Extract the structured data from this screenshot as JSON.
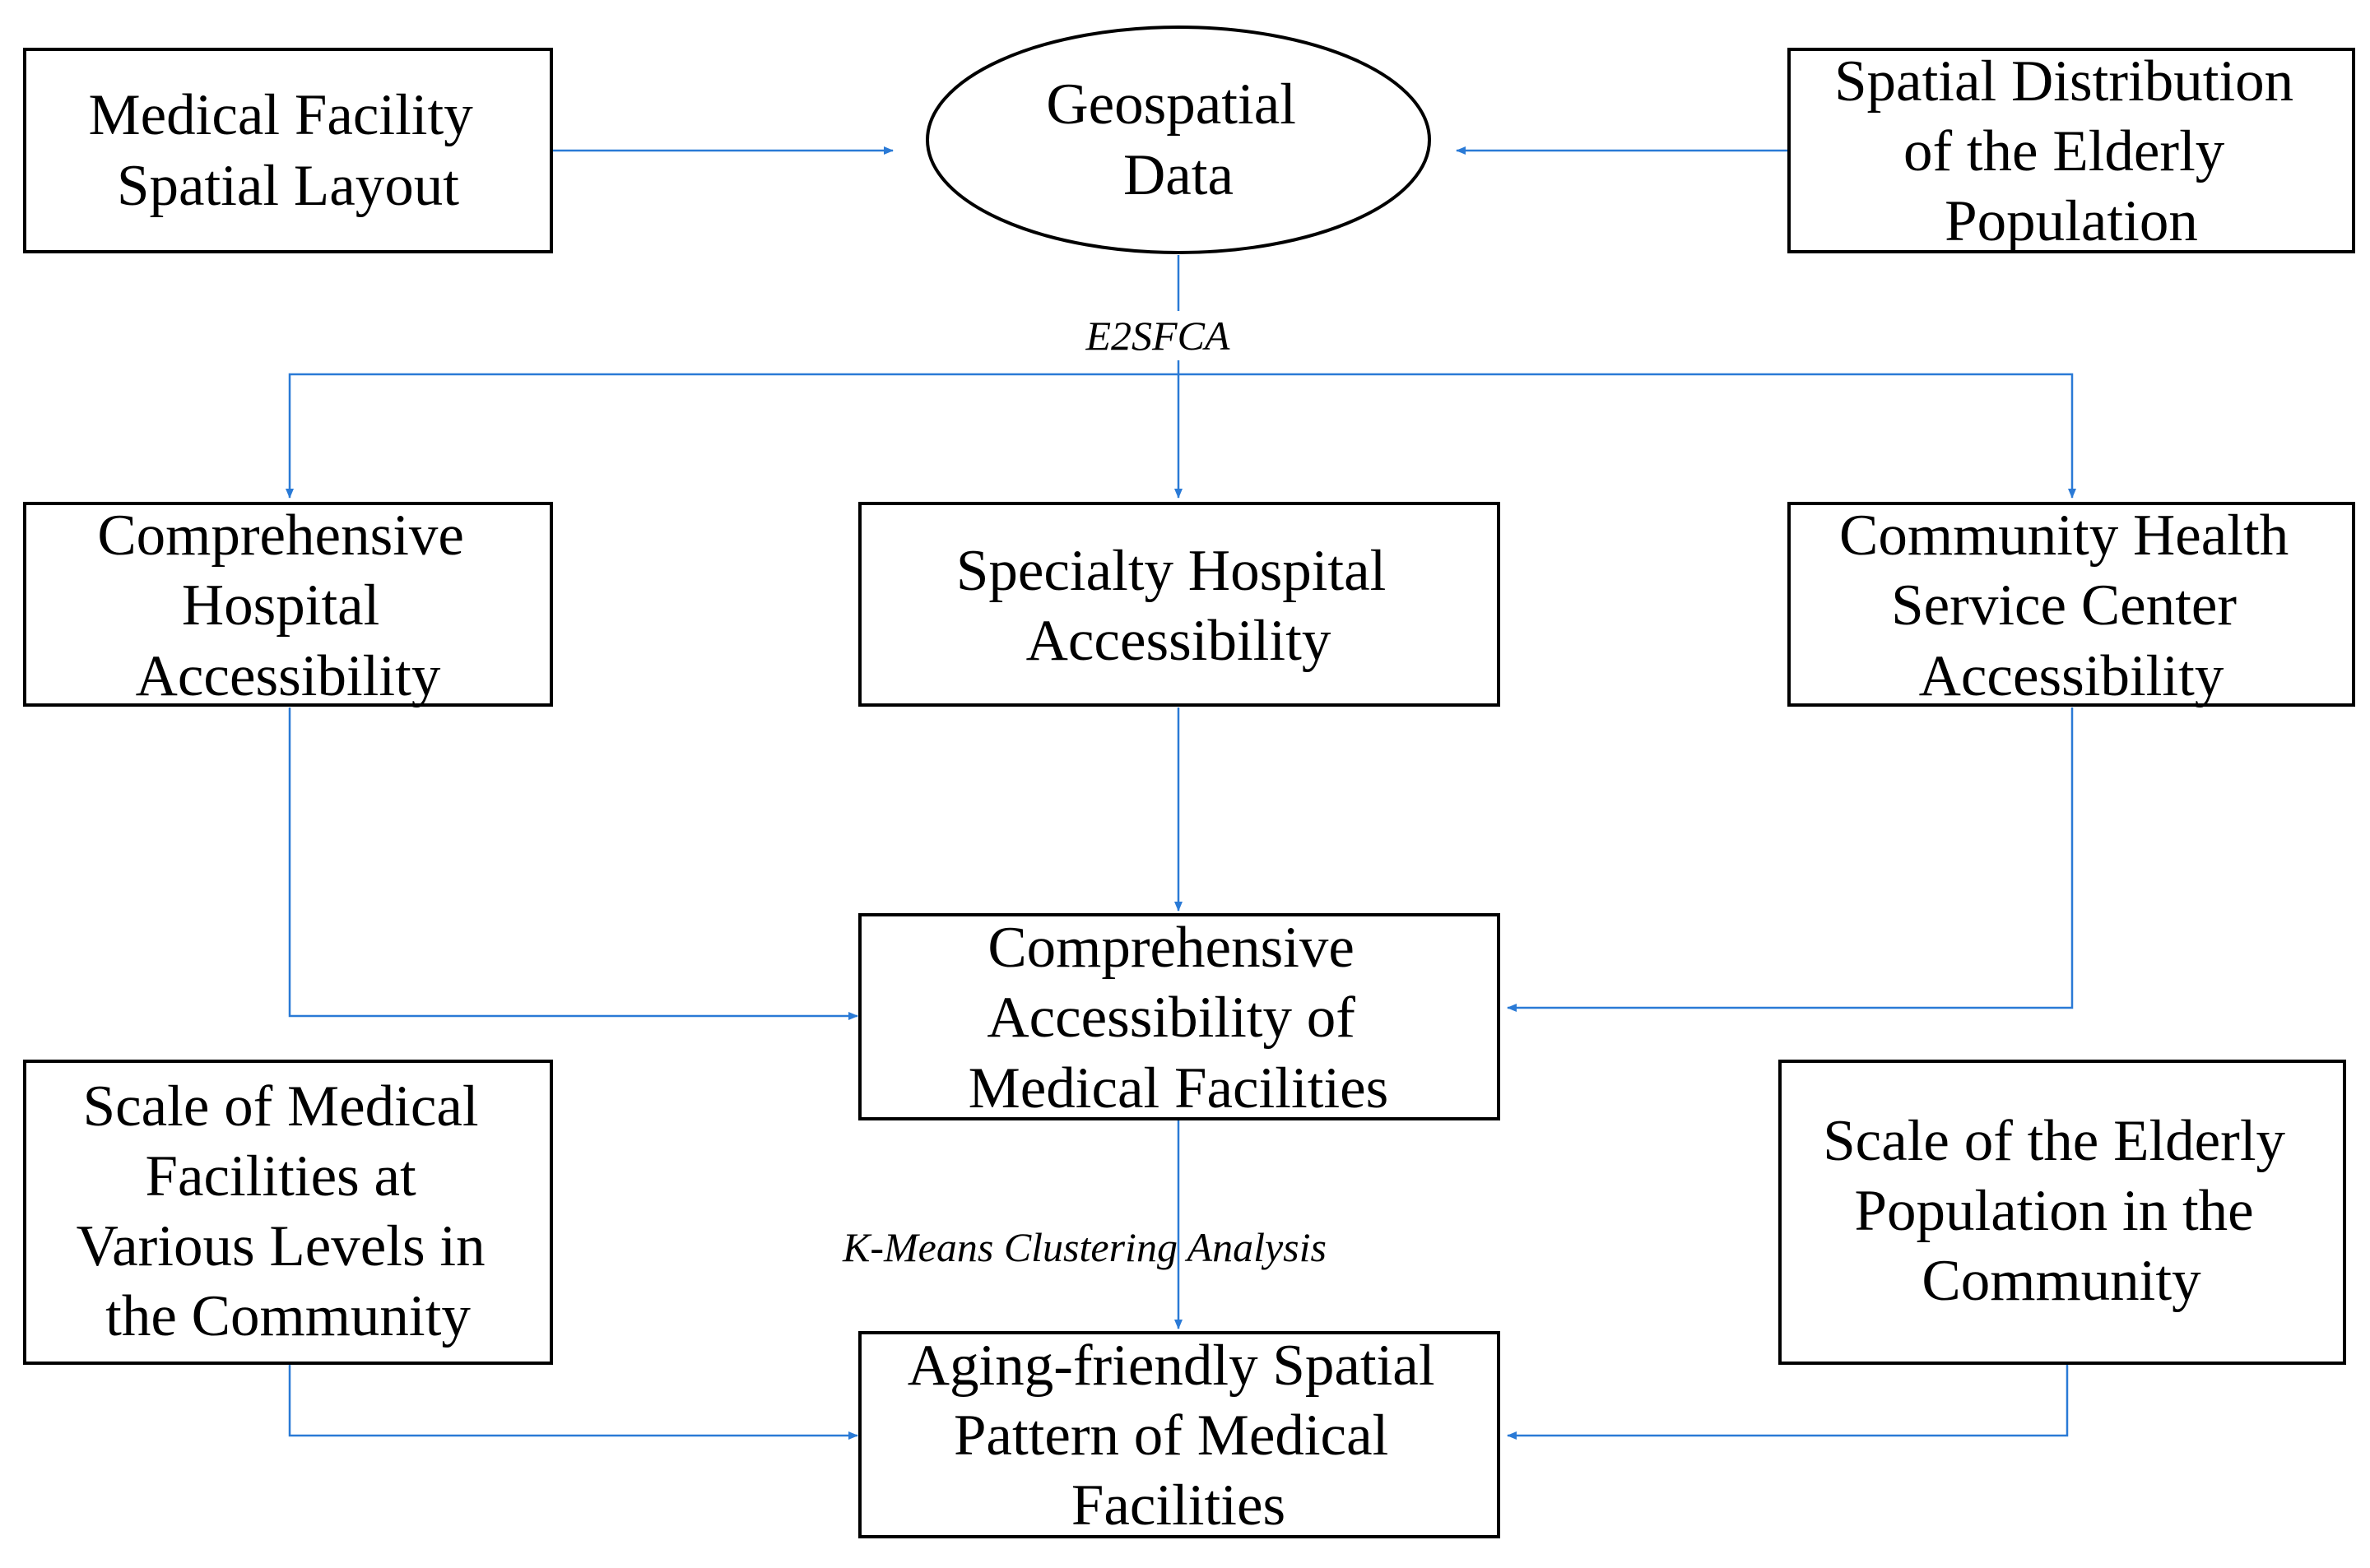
{
  "colors": {
    "connector": "#2a7ad6",
    "box_stroke": "#000000",
    "text": "#000000"
  },
  "nodes": {
    "medical_facility_layout": [
      "Medical Facility",
      "Spatial Layout"
    ],
    "geospatial_data": [
      "Geospatial",
      "Data"
    ],
    "elderly_distribution": [
      "Spatial Distribution",
      "of the Elderly",
      "Population"
    ],
    "comprehensive_hospital": [
      "Comprehensive",
      "Hospital",
      "Accessibility"
    ],
    "specialty_hospital": [
      "Specialty Hospital",
      "Accessibility"
    ],
    "community_health": [
      "Community Health",
      "Service Center",
      "Accessibility"
    ],
    "comprehensive_accessibility": [
      "Comprehensive",
      "Accessibility of",
      "Medical Facilities"
    ],
    "scale_medical": [
      "Scale of Medical",
      "Facilities at",
      "Various Levels in",
      "the Community"
    ],
    "scale_elderly": [
      "Scale of the Elderly",
      "Population in the",
      "Community"
    ],
    "aging_friendly": [
      "Aging-friendly Spatial",
      "Pattern of Medical",
      "Facilities"
    ]
  },
  "edge_labels": {
    "e2sfca": "E2SFCA",
    "kmeans": "K-Means Clustering Analysis"
  }
}
